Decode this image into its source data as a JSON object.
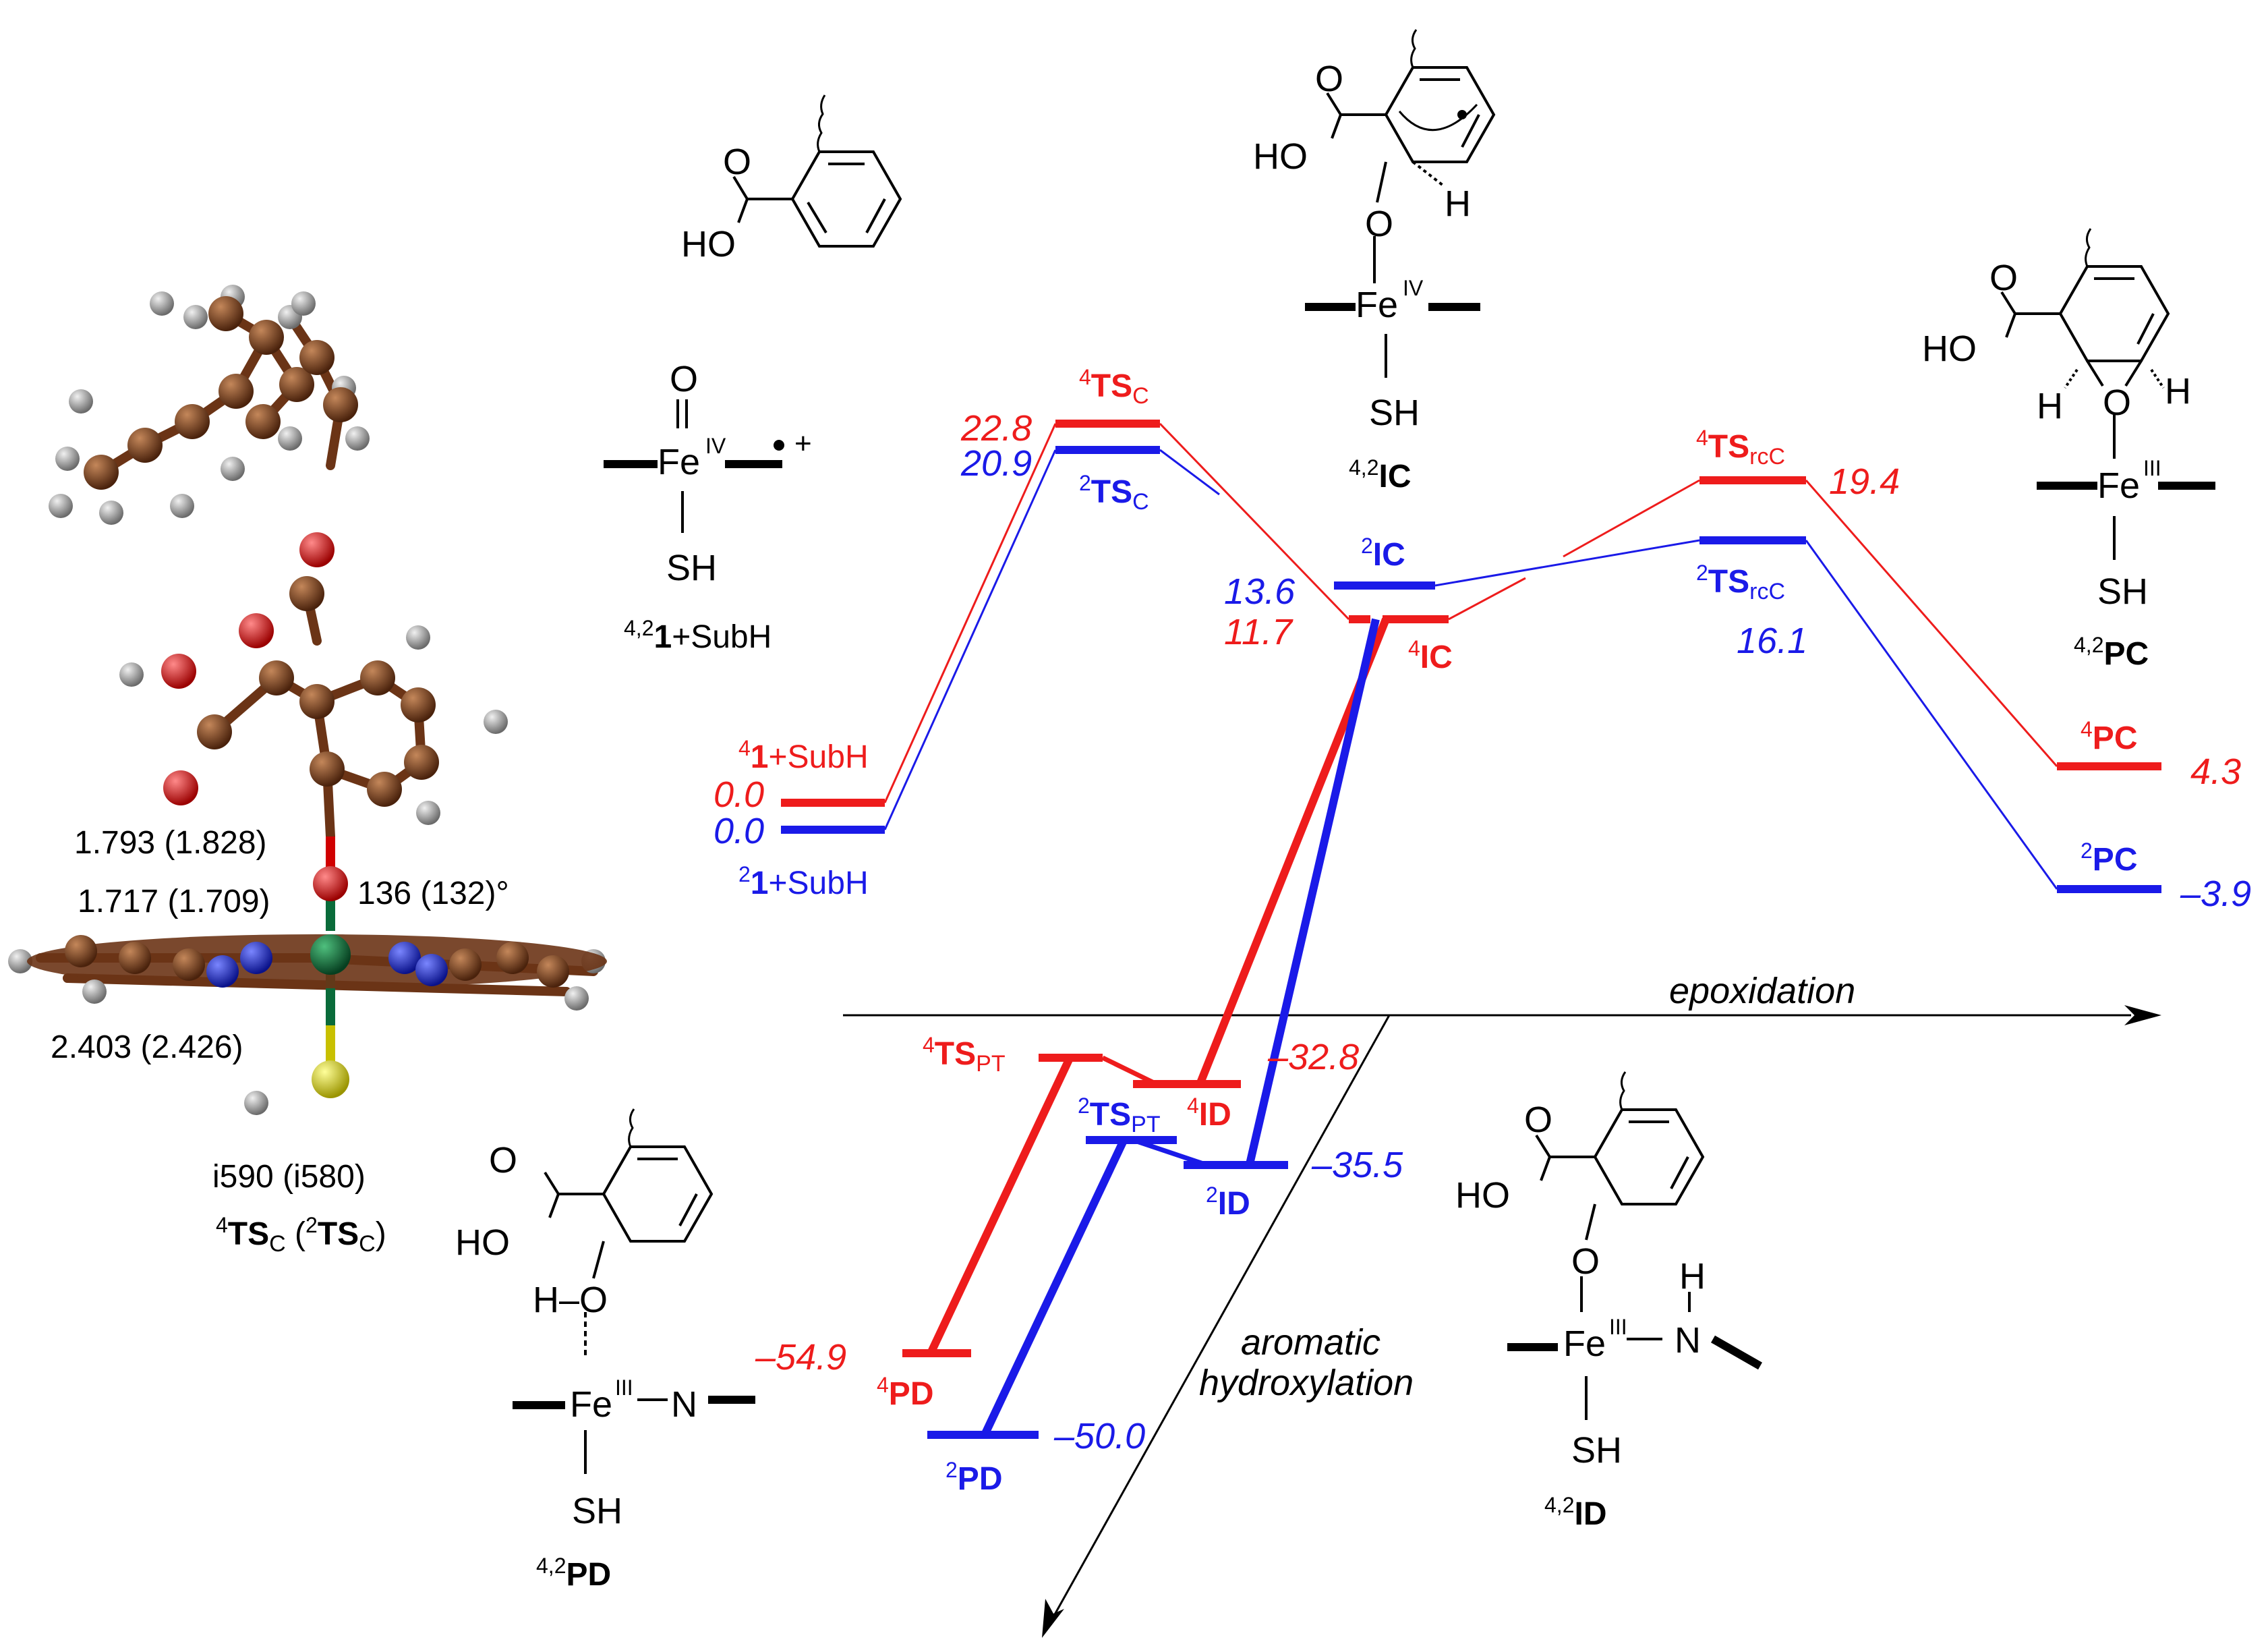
{
  "colors": {
    "quartet": "#ee1c1c",
    "doublet": "#1a1ae8",
    "carbon": "#6b3416",
    "oxygen": "#e00000",
    "nitrogen": "#1a28d0",
    "iron": "#0a6b3a",
    "sulfur": "#e8e010",
    "hydrogen": "#9a9a9a"
  },
  "arrows": {
    "epoxidation": "epoxidation",
    "hydroxylation_1": "aromatic",
    "hydroxylation_2": "hydroxylation"
  },
  "geometry_labels": {
    "d1": "1.793 (1.828)",
    "d2": "1.717 (1.709)",
    "angle": "136 (132)°",
    "d3": "2.403 (2.426)",
    "freq": "i590 (i580)"
  },
  "structure_labels": {
    "ts_caption": {
      "a": "4",
      "b": "TS",
      "c": "C",
      "d": " (",
      "e": "2",
      "f": "TS",
      "g": "C",
      "h": ")"
    },
    "reactant": {
      "sup": "4,2",
      "bold": "1",
      "rest": "+SubH"
    },
    "ic": {
      "sup": "4,2",
      "bold": "IC"
    },
    "pc": {
      "sup": "4,2",
      "bold": "PC"
    },
    "id": {
      "sup": "4,2",
      "bold": "ID"
    },
    "pd": {
      "sup": "4,2",
      "bold": "PD"
    }
  },
  "chem_text": {
    "O": "O",
    "HO": "HO",
    "H": "H",
    "SH": "SH",
    "Fe": "Fe",
    "N": "N",
    "IV": "IV",
    "III": "III",
    "plus": "+",
    "HO_dash": "H–O"
  },
  "states": {
    "r4": {
      "sup": "4",
      "bold": "1",
      "rest": "+SubH",
      "energy": "0.0"
    },
    "r2": {
      "sup": "2",
      "bold": "1",
      "rest": "+SubH",
      "energy": "0.0"
    },
    "tsc4": {
      "sup": "4",
      "bold": "TS",
      "sub": "C",
      "energy": "22.8"
    },
    "tsc2": {
      "sup": "2",
      "bold": "TS",
      "sub": "C",
      "energy": "20.9"
    },
    "ic2": {
      "sup": "2",
      "bold": "IC",
      "energy": "13.6"
    },
    "ic4": {
      "sup": "4",
      "bold": "IC",
      "energy": "11.7"
    },
    "tsrc4": {
      "sup": "4",
      "bold": "TS",
      "sub": "rcC",
      "energy": "19.4"
    },
    "tsrc2": {
      "sup": "2",
      "bold": "TS",
      "sub": "rcC",
      "energy": "16.1"
    },
    "pc4": {
      "sup": "4",
      "bold": "PC",
      "energy": "4.3"
    },
    "pc2": {
      "sup": "2",
      "bold": "PC",
      "energy": "–3.9"
    },
    "tspt4": {
      "sup": "4",
      "bold": "TS",
      "sub": "PT"
    },
    "tspt2": {
      "sup": "2",
      "bold": "TS",
      "sub": "PT"
    },
    "id4": {
      "sup": "4",
      "bold": "ID",
      "energy": "–32.8"
    },
    "id2": {
      "sup": "2",
      "bold": "ID",
      "energy": "–35.5"
    },
    "pd4": {
      "sup": "4",
      "bold": "PD",
      "energy": "–54.9"
    },
    "pd2": {
      "sup": "2",
      "bold": "PD",
      "energy": "–50.0"
    }
  }
}
